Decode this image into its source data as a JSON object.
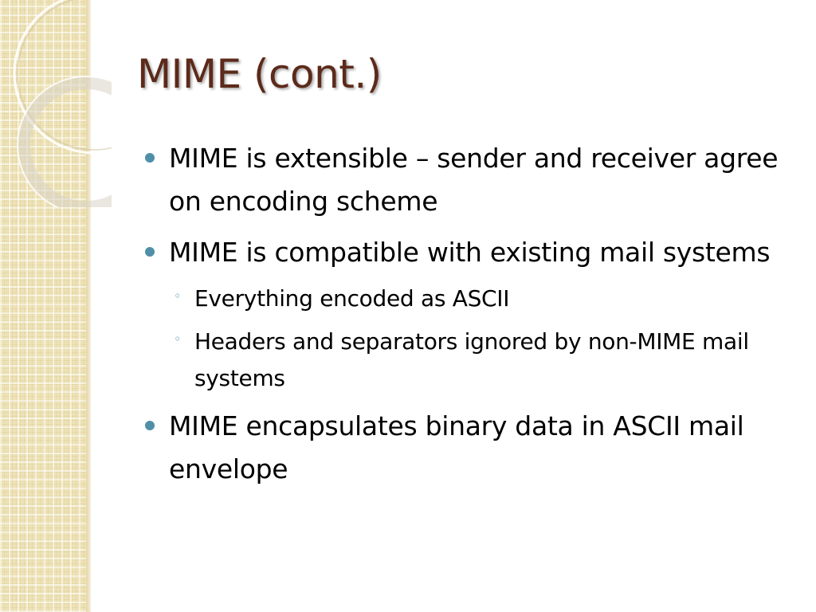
{
  "slide": {
    "title": "MIME (cont.)",
    "bullets": [
      {
        "text": "MIME is extensible – sender and receiver agree on encoding scheme",
        "subs": []
      },
      {
        "text": "MIME is compatible with existing mail systems",
        "subs": [
          "Everything encoded as ASCII",
          "Headers and separators ignored by non-MIME mail systems"
        ]
      },
      {
        "text": "MIME encapsulates binary data in ASCII mail envelope",
        "subs": []
      }
    ],
    "bullet_marker": "●",
    "sub_bullet_marker": "◦"
  },
  "colors": {
    "title": "#5c2a1a",
    "bullet": "#4f8fa8",
    "strip": "#eee2b6"
  }
}
